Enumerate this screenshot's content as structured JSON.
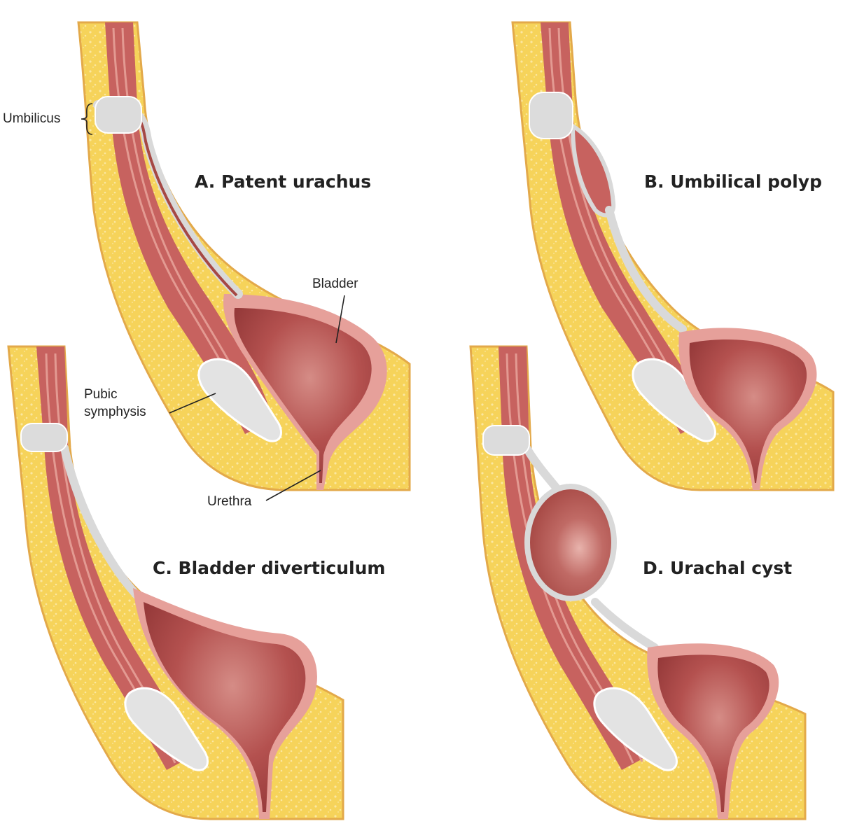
{
  "figure": {
    "panels": [
      {
        "id": "A",
        "title": "A. Patent urachus"
      },
      {
        "id": "B",
        "title": "B. Umbilical polyp"
      },
      {
        "id": "C",
        "title": "C. Bladder diverticulum"
      },
      {
        "id": "D",
        "title": "D. Urachal cyst"
      }
    ],
    "labels": {
      "umbilicus": "Umbilicus",
      "bladder": "Bladder",
      "pubic_line1": "Pubic",
      "pubic_line2": "symphysis",
      "urethra": "Urethra"
    }
  },
  "colors": {
    "fat": "#F6D35A",
    "fat_edge": "#E3A94A",
    "muscle": "#C7625F",
    "muscle_stripe": "#E39A92",
    "lining": "#D9D9D9",
    "bladder_wall": "#E6A09A",
    "bladder_lumen": "#B4514F",
    "bone": "#E3E3E3"
  }
}
